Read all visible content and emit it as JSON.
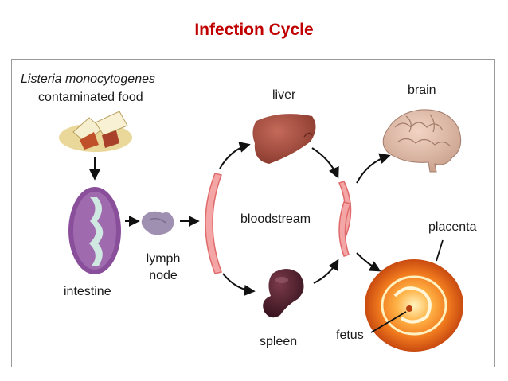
{
  "title": "Infection Cycle",
  "labels": {
    "source_species": "Listeria monocytogenes",
    "source_food": "contaminated food",
    "intestine": "intestine",
    "lymph_line1": "lymph",
    "lymph_line2": "node",
    "liver": "liver",
    "bloodstream": "bloodstream",
    "spleen": "spleen",
    "brain": "brain",
    "placenta": "placenta",
    "fetus": "fetus"
  },
  "colors": {
    "title": "#c00000",
    "vessel": "#f4a6a6",
    "vessel_stroke": "#e06a6a",
    "arrow": "#111111"
  }
}
